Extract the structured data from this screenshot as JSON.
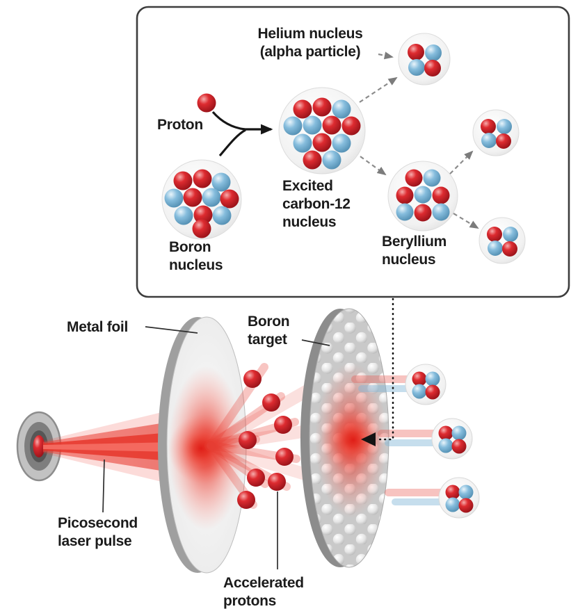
{
  "inset": {
    "helium_label": "Helium nucleus\n(alpha particle)",
    "proton_label": "Proton",
    "boron_label": "Boron\nnucleus",
    "carbon_label": "Excited\ncarbon-12\nnucleus",
    "beryllium_label": "Beryllium\nnucleus"
  },
  "apparatus": {
    "metal_foil_label": "Metal foil",
    "boron_target_label": "Boron\ntarget",
    "laser_label": "Picosecond\nlaser pulse",
    "protons_label": "Accelerated\nprotons"
  },
  "colors": {
    "proton_red": "#dd2b30",
    "neutron_blue": "#86bddd",
    "laser_red": "#e6362c",
    "nucleus_shell_gray": "#e9e9e9",
    "text": "#1b1b1b",
    "inset_border": "#3d3d3d",
    "dashed_arrow_gray": "#8c8c8c"
  }
}
